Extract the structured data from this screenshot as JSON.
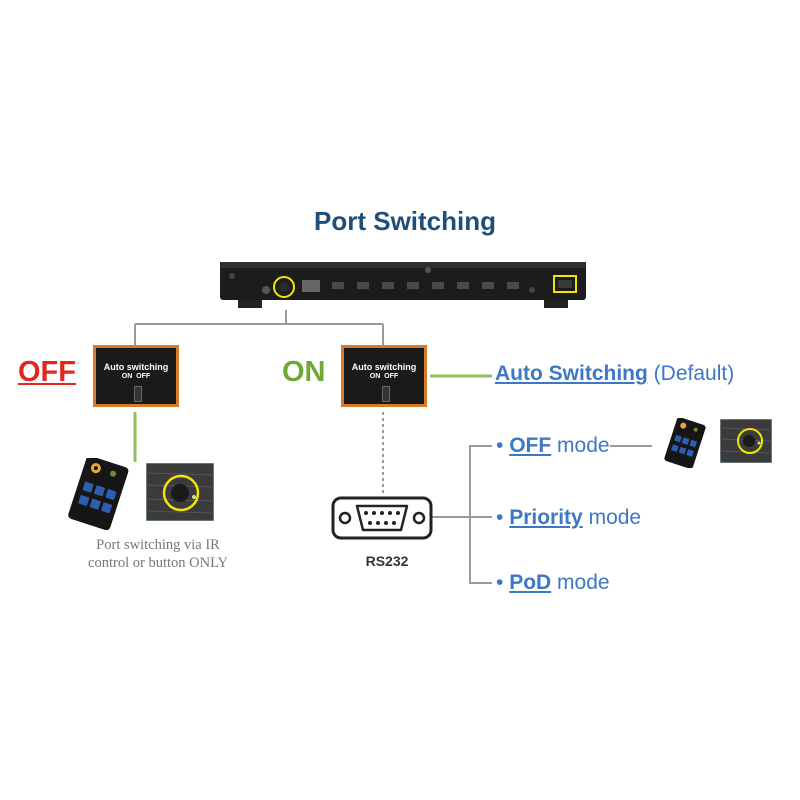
{
  "title": "Port Switching",
  "switch_box": {
    "title": "Auto switching",
    "on_off": "ON  OFF"
  },
  "off_label": "OFF",
  "on_label": "ON",
  "auto_switching": {
    "link": "Auto Switching",
    "suffix": "(Default)"
  },
  "modes": [
    {
      "bullet": "•",
      "link": "OFF",
      "suffix": "mode"
    },
    {
      "bullet": "•",
      "link": "Priority",
      "suffix": "mode"
    },
    {
      "bullet": "•",
      "link": "PoD",
      "suffix": "mode"
    }
  ],
  "caption_lines": [
    "Port switching via IR",
    "control or button ONLY"
  ],
  "rs232_label": "RS232",
  "colors": {
    "title": "#1f4e79",
    "off": "#e0261f",
    "on": "#6fa838",
    "link": "#3d78c4",
    "box_border": "#d9792b",
    "highlight_ring": "#f2e500"
  }
}
